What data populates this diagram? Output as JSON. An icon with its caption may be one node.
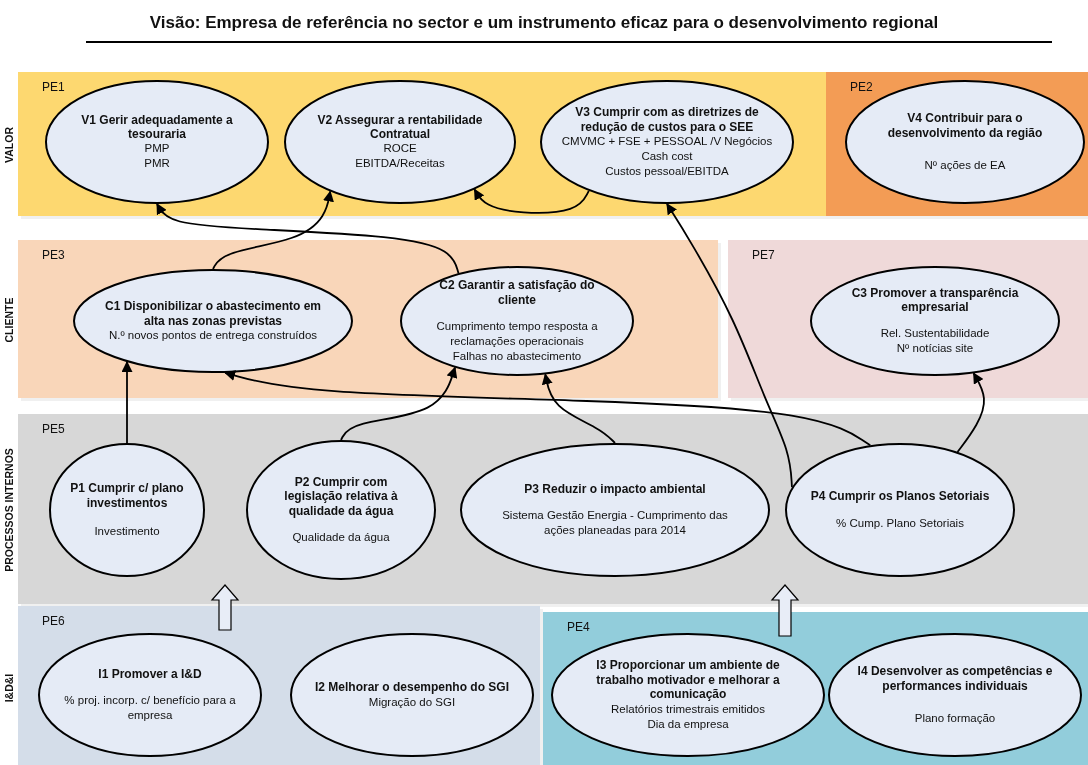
{
  "diagram": {
    "title": "Visão: Empresa de referência no sector e um instrumento eficaz para o desenvolvimento regional",
    "nodes": [
      {
        "text": [
          "PE1"
        ]
      },
      {
        "text": [
          "V1 Gerir adequadamente a tesouraria",
          "PMP",
          "PMR"
        ],
        "in": 0
      },
      {
        "text": [
          "V2 Assegurar a rentabilidade Contratual",
          "ROCE",
          "EBITDA/Receitas"
        ],
        "in": 0
      },
      {
        "text": [
          "V3 Cumprir com as diretrizes de redução de custos para o SEE",
          "CMVMC + FSE + PESSOAL /V Negócios",
          "Cash cost",
          "Custos pessoal/EBITDA"
        ],
        "in": 0
      },
      {
        "text": [
          "PE2"
        ]
      },
      {
        "text": [
          "V4 Contribuir para o desenvolvimento da região",
          "Nº ações de EA"
        ],
        "in": 4
      },
      {
        "text": [
          "PE3"
        ]
      },
      {
        "text": [
          "C1 Disponibilizar o abastecimento em alta nas zonas previstas",
          "N.º novos pontos de entrega construídos"
        ],
        "in": 6
      },
      {
        "text": [
          "C2 Garantir a satisfação do cliente",
          "Cumprimento tempo resposta a reclamações operacionais",
          "Falhas no abastecimento"
        ],
        "in": 6
      },
      {
        "text": [
          "PE7"
        ]
      },
      {
        "text": [
          "C3 Promover a transparência empresarial",
          "Rel. Sustentabilidade",
          "Nº notícias site"
        ],
        "in": 9
      },
      {
        "text": [
          "PE5"
        ]
      },
      {
        "text": [
          "P1 Cumprir c/ plano investimentos",
          "Investimento"
        ],
        "in": 11
      },
      {
        "text": [
          "P2 Cumprir com legislação relativa à qualidade da água",
          "Qualidade da água"
        ],
        "in": 11
      },
      {
        "text": [
          "P3 Reduzir o impacto ambiental",
          "Sistema Gestão Energia - Cumprimento das ações planeadas para 2014"
        ],
        "in": 11
      },
      {
        "text": [
          "P4 Cumprir os Planos Setoriais",
          "% Cump. Plano Setoriais"
        ],
        "in": 11
      },
      {
        "text": [
          "PE6"
        ]
      },
      {
        "text": [
          "I1 Promover a I&D",
          "% proj. incorp. c/ benefício para a empresa"
        ],
        "in": 16
      },
      {
        "text": [
          "I2 Melhorar o desempenho do SGI",
          "Migração do SGI"
        ],
        "in": 16
      },
      {
        "text": [
          "PE4"
        ]
      },
      {
        "text": [
          "I3 Proporcionar um ambiente de trabalho motivador e melhorar a comunicação",
          "Relatórios trimestrais emitidos",
          "Dia da empresa"
        ],
        "in": 19
      },
      {
        "text": [
          "I4 Desenvolver as competências e performances individuais",
          "Plano formação"
        ],
        "in": 19
      }
    ],
    "edges": [
      {
        "from": 7,
        "to": 2,
        "arrow": "to"
      },
      {
        "from": 8,
        "to": 1,
        "arrow": "to"
      },
      {
        "from": 3,
        "to": 2,
        "arrow": "to"
      },
      {
        "from": 15,
        "to": 3,
        "arrow": "to"
      },
      {
        "from": 15,
        "to": 7,
        "arrow": "to"
      },
      {
        "from": 15,
        "to": 10,
        "arrow": "to"
      },
      {
        "from": 12,
        "to": 7,
        "arrow": "to"
      },
      {
        "from": 13,
        "to": 8,
        "arrow": "to"
      },
      {
        "from": 14,
        "to": 8,
        "arrow": "to"
      },
      {
        "from": 16,
        "to": 11,
        "arrow": "to",
        "style": "thick"
      },
      {
        "from": 19,
        "to": 11,
        "arrow": "to",
        "style": "thick"
      }
    ],
    "labels": [
      "VALOR",
      "CLIENTE",
      "PROCESSOS INTERNOS",
      "I&D&I"
    ]
  }
}
